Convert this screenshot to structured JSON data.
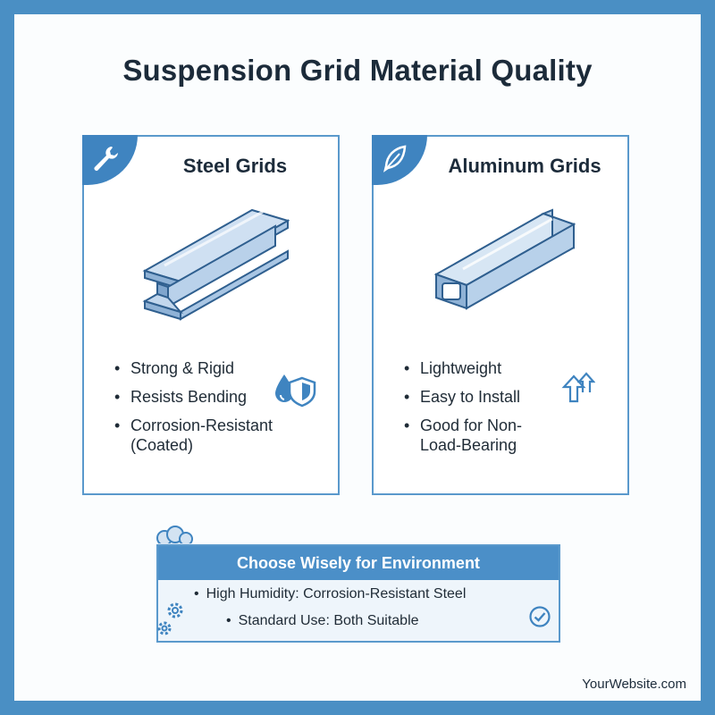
{
  "title": "Suspension Grid Material Quality",
  "cards": [
    {
      "title": "Steel Grids",
      "badge_icon": "wrench-icon",
      "features": [
        "Strong & Rigid",
        "Resists Bending",
        "Corrosion-Resistant\n(Coated)"
      ],
      "side_icon": "water-drop-shield-icon"
    },
    {
      "title": "Aluminum Grids",
      "badge_icon": "feather-icon",
      "features": [
        "Lightweight",
        "Easy to Install",
        "Good for Non-\nLoad-Bearing"
      ],
      "side_icon": "up-arrows-icon"
    }
  ],
  "environment": {
    "header": "Choose Wisely for Environment",
    "items": [
      "High Humidity: Corrosion-Resistant Steel",
      "Standard Use: Both Suitable"
    ],
    "icons": [
      "factory-cloud-icon",
      "gears-icon",
      "check-circle-icon"
    ]
  },
  "footer": "YourWebsite.com",
  "colors": {
    "frame": "#4a8fc4",
    "accent": "#3f84c0",
    "title_text": "#1c2b3a"
  }
}
